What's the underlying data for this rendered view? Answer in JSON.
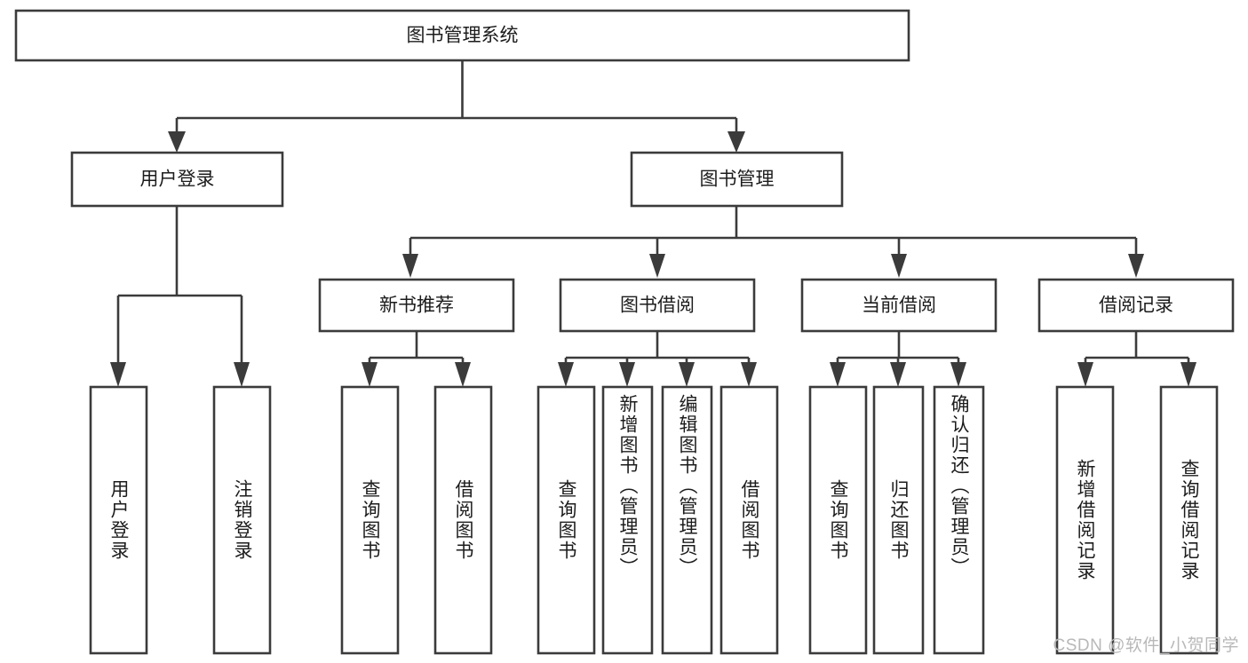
{
  "diagram": {
    "title_node": {
      "label": "图书管理系统"
    },
    "level1": [
      {
        "id": "user-login",
        "label": "用户登录"
      },
      {
        "id": "book-management",
        "label": "图书管理"
      }
    ],
    "level2": [
      {
        "id": "new-book-recommend",
        "label": "新书推荐",
        "parent": "book-management"
      },
      {
        "id": "book-borrow",
        "label": "图书借阅",
        "parent": "book-management"
      },
      {
        "id": "current-borrow",
        "label": "当前借阅",
        "parent": "book-management"
      },
      {
        "id": "borrow-record",
        "label": "借阅记录",
        "parent": "book-management"
      }
    ],
    "leaves": [
      {
        "id": "leaf-user-login",
        "label": "用户登录",
        "parent": "user-login"
      },
      {
        "id": "leaf-logout",
        "label": "注销登录",
        "parent": "user-login"
      },
      {
        "id": "leaf-query-book-1",
        "label": "查询图书",
        "parent": "new-book-recommend"
      },
      {
        "id": "leaf-borrow-book-1",
        "label": "借阅图书",
        "parent": "new-book-recommend"
      },
      {
        "id": "leaf-query-book-2",
        "label": "查询图书",
        "parent": "book-borrow"
      },
      {
        "id": "leaf-add-book",
        "label": "新增图书（管理员）",
        "parent": "book-borrow"
      },
      {
        "id": "leaf-edit-book",
        "label": "编辑图书（管理员）",
        "parent": "book-borrow"
      },
      {
        "id": "leaf-borrow-book-2",
        "label": "借阅图书",
        "parent": "book-borrow"
      },
      {
        "id": "leaf-query-book-3",
        "label": "查询图书",
        "parent": "current-borrow"
      },
      {
        "id": "leaf-return-book",
        "label": "归还图书",
        "parent": "current-borrow"
      },
      {
        "id": "leaf-confirm-return",
        "label": "确认归还（管理员）",
        "parent": "current-borrow"
      },
      {
        "id": "leaf-add-record",
        "label": "新增借阅记录",
        "parent": "borrow-record"
      },
      {
        "id": "leaf-query-record",
        "label": "查询借阅记录",
        "parent": "borrow-record"
      }
    ],
    "colors": {
      "stroke": "#3b3b3b",
      "fill": "#ffffff",
      "text": "#1c1c1c",
      "watermark": "#b8b8b8"
    }
  },
  "watermark": {
    "text": "CSDN @软件_小贺同学"
  }
}
